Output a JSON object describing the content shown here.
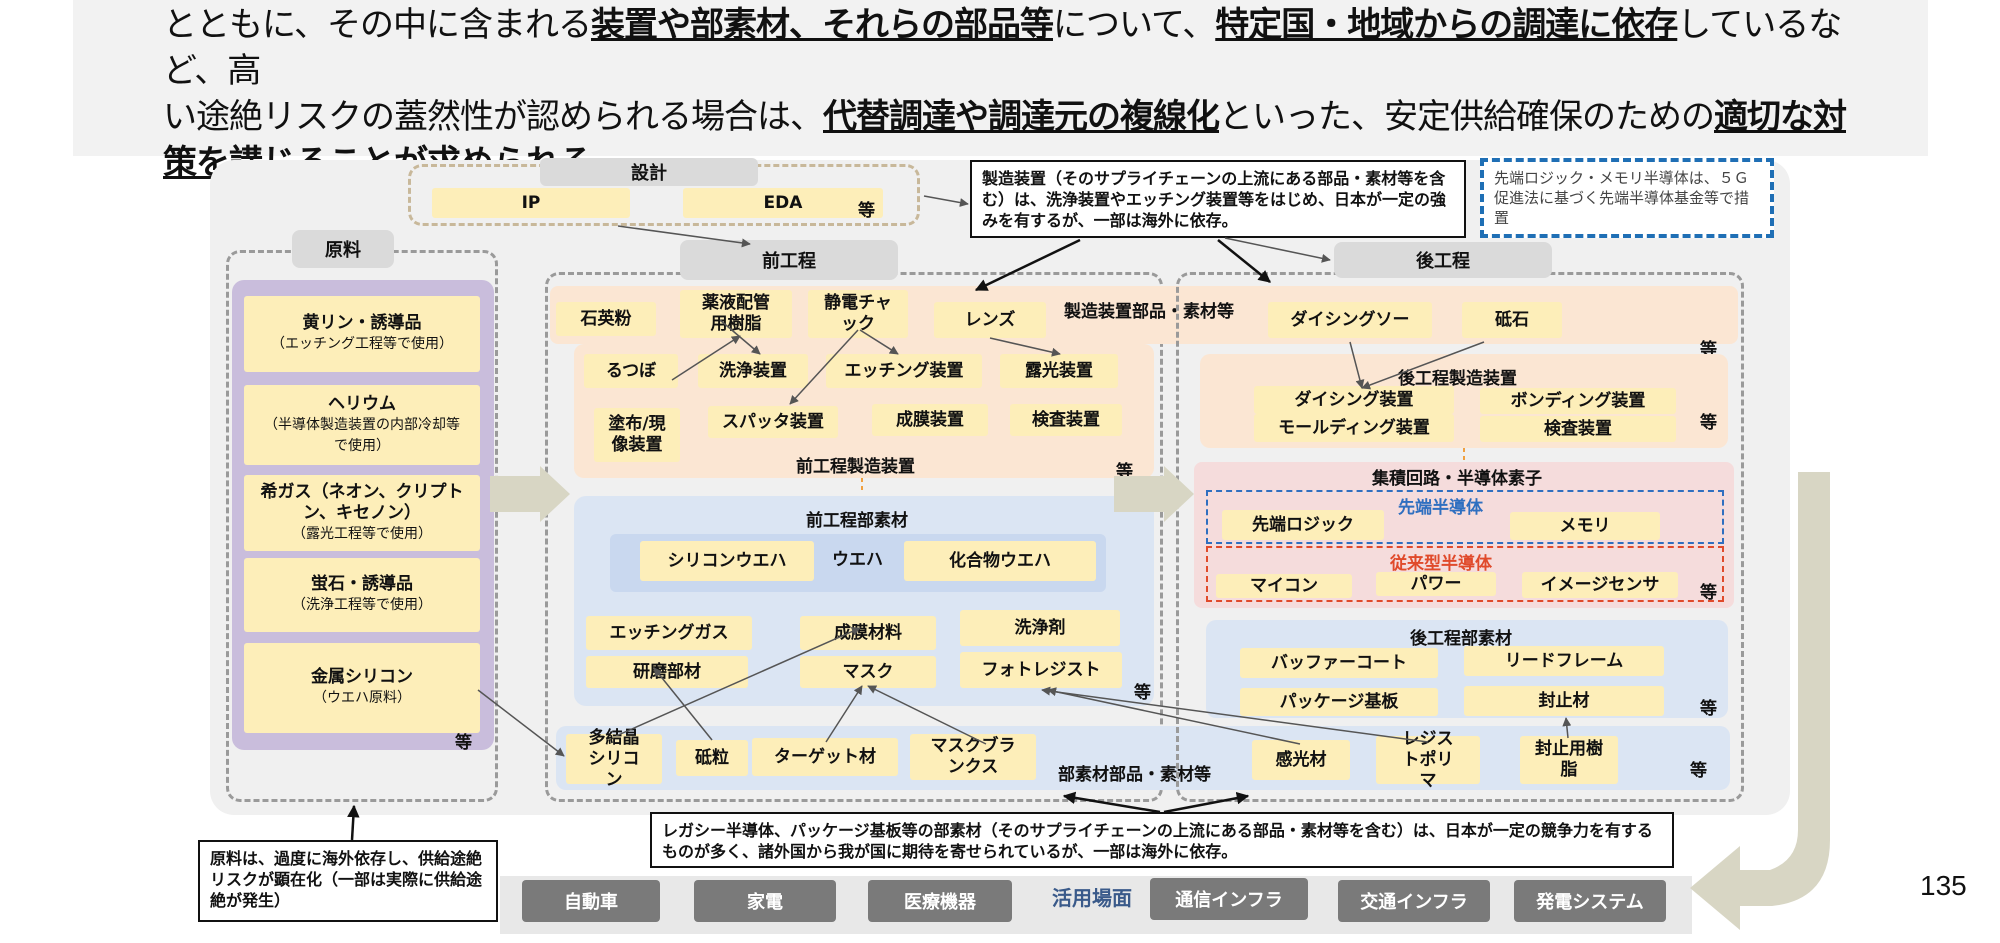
{
  "intro": {
    "l1a": "とともに、その中に含まれる",
    "l1b": "装置や部素材、それらの部品等",
    "l1c": "について、",
    "l1d": "特定国・地域からの調達に依存",
    "l1e": "しているなど、高",
    "l2a": "い途絶リスクの蓋然性が認められる場合は、",
    "l2b": "代替調達や調達元の複線化",
    "l2c": "といった、安定供給確保のための",
    "l2d": "適切な対",
    "l3a": "策を講じることが求められる",
    "l3b": "。"
  },
  "design": {
    "title": "設計",
    "ip": "IP",
    "eda": "EDA",
    "etc": "等"
  },
  "raw": {
    "title": "原料",
    "items": [
      {
        "name": "黄リン・誘導品",
        "note": "（エッチング工程等で使用）"
      },
      {
        "name": "ヘリウム",
        "note": "（半導体製造装置の内部冷却等で使用）"
      },
      {
        "name": "希ガス（ネオン、クリプトン、キセノン）",
        "note": "（露光工程等で使用）"
      },
      {
        "name": "蛍石・誘導品",
        "note": "（洗浄工程等で使用）"
      },
      {
        "name": "金属シリコン",
        "note": "（ウエハ原料）"
      }
    ],
    "etc": "等"
  },
  "front": {
    "title": "前工程",
    "parts": [
      "石英粉",
      "薬液配管用樹脂",
      "静電チャック",
      "レンズ"
    ],
    "equip": [
      "るつぼ",
      "洗浄装置",
      "エッチング装置",
      "露光装置",
      "塗布/現像装置",
      "スパッタ装置",
      "成膜装置",
      "検査装置"
    ],
    "equip_label": "前工程製造装置",
    "etc": "等",
    "materials_label": "前工程部素材",
    "wafer_label": "ウエハ",
    "wafers": [
      "シリコンウエハ",
      "化合物ウエハ"
    ],
    "materials": [
      "エッチングガス",
      "成膜材料",
      "洗浄剤",
      "研磨部材",
      "マスク",
      "フォトレジスト"
    ],
    "sub_parts": [
      "多結晶シリコン",
      "砥粒",
      "ターゲット材",
      "マスクブランクス"
    ],
    "sub_parts_label": "部素材部品・素材等"
  },
  "equip_parts_label": "製造装置部品・素材等",
  "back": {
    "title": "後工程",
    "parts": [
      "ダイシングソー",
      "砥石"
    ],
    "equip_label": "後工程製造装置",
    "equip": [
      "ダイシング装置",
      "ボンディング装置",
      "モールディング装置",
      "検査装置"
    ],
    "ic_label": "集積回路・半導体素子",
    "adv_label": "先端半導体",
    "adv": [
      "先端ロジック",
      "メモリ"
    ],
    "legacy_label": "従来型半導体",
    "legacy": [
      "マイコン",
      "パワー",
      "イメージセンサ"
    ],
    "materials_label": "後工程部素材",
    "materials": [
      "バッファーコート",
      "リードフレーム",
      "パッケージ基板",
      "封止材"
    ],
    "sub_parts": [
      "感光材",
      "レジストポリマ",
      "封止用樹脂"
    ],
    "etc": "等"
  },
  "callouts": {
    "equipment": "製造装置（そのサプライチェーンの上流にある部品・素材等を含む）は、洗浄装置やエッチング装置等をはじめ、日本が一定の強みを有するが、一部は海外に依存。",
    "advanced": "先端ロジック・メモリ半導体は、５Ｇ促進法に基づく先端半導体基金等で措置",
    "legacy": "レガシー半導体、パッケージ基板等の部素材（そのサプライチェーンの上流にある部品・素材等を含む）は、日本が一定の競争力を有するものが多く、諸外国から我が国に期待を寄せられているが、一部は海外に依存。",
    "raw": "原料は、過度に海外依存し、供給途絶リスクが顕在化（一部は実際に供給途絶が発生）"
  },
  "usage": {
    "label": "活用場面",
    "items": [
      "自動車",
      "家電",
      "医療機器",
      "通信インフラ",
      "交通インフラ",
      "発電システム"
    ]
  },
  "page_number": "135",
  "colors": {
    "yellow": "#fdeeb9",
    "front_orange": "#fbe6d3",
    "blue": "#dbe5f3",
    "wafer_blue": "#c9d8ef",
    "purple": "#c9bddc",
    "ic_pink": "#f5dcdc",
    "adv_blue": "#2f6fc0",
    "legacy_red": "#e04a2b",
    "arrow": "#d8d6c4"
  }
}
